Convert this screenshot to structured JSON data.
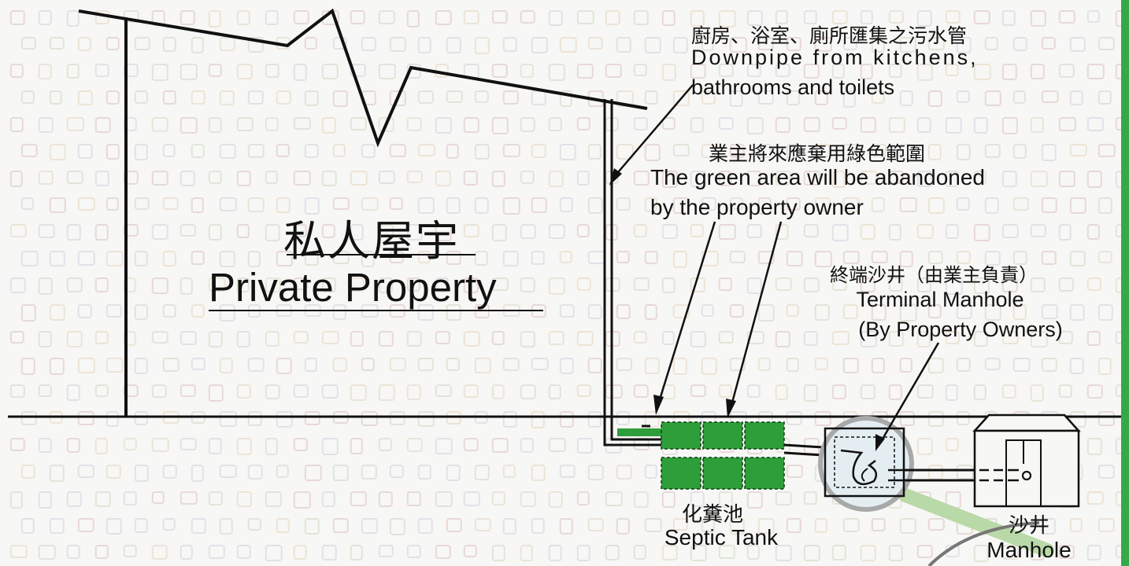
{
  "title": {
    "zh": "私人屋宇",
    "en": "Private Property"
  },
  "downpipe": {
    "zh": "廚房、浴室、廁所匯集之污水管",
    "en_line1": "Downpipe from kitchens,",
    "en_line2": "bathrooms and toilets"
  },
  "abandoned_area": {
    "zh": "業主將來應棄用綠色範圍",
    "en_line1": "The green area will be abandoned",
    "en_line2": "by the property owner"
  },
  "terminal_manhole": {
    "zh": "終端沙井（由業主負責）",
    "en_line1": "Terminal Manhole",
    "en_line2": "(By Property Owners)"
  },
  "septic_tank": {
    "zh": "化糞池",
    "en": "Septic Tank"
  },
  "manhole": {
    "zh": "沙井",
    "en": "Manhole"
  },
  "colors": {
    "septic_green": "#2e9e3a",
    "frame_green": "#35a84a",
    "line": "#111111"
  }
}
